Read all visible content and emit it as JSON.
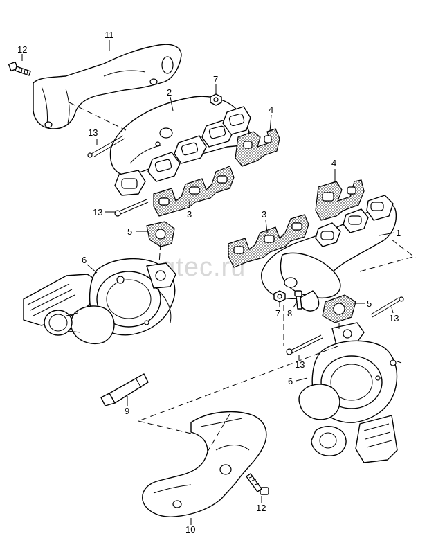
{
  "watermark": "vagtec.ru",
  "callouts": {
    "c1": "1",
    "c2": "2",
    "c3a": "3",
    "c3b": "3",
    "c4a": "4",
    "c4b": "4",
    "c5a": "5",
    "c5b": "5",
    "c6a": "6",
    "c6b": "6",
    "c7a": "7",
    "c7b": "7",
    "c8": "8",
    "c9": "9",
    "c10": "10",
    "c11": "11",
    "c12a": "12",
    "c12b": "12",
    "c13a": "13",
    "c13b": "13",
    "c13c": "13",
    "c13d": "13"
  }
}
